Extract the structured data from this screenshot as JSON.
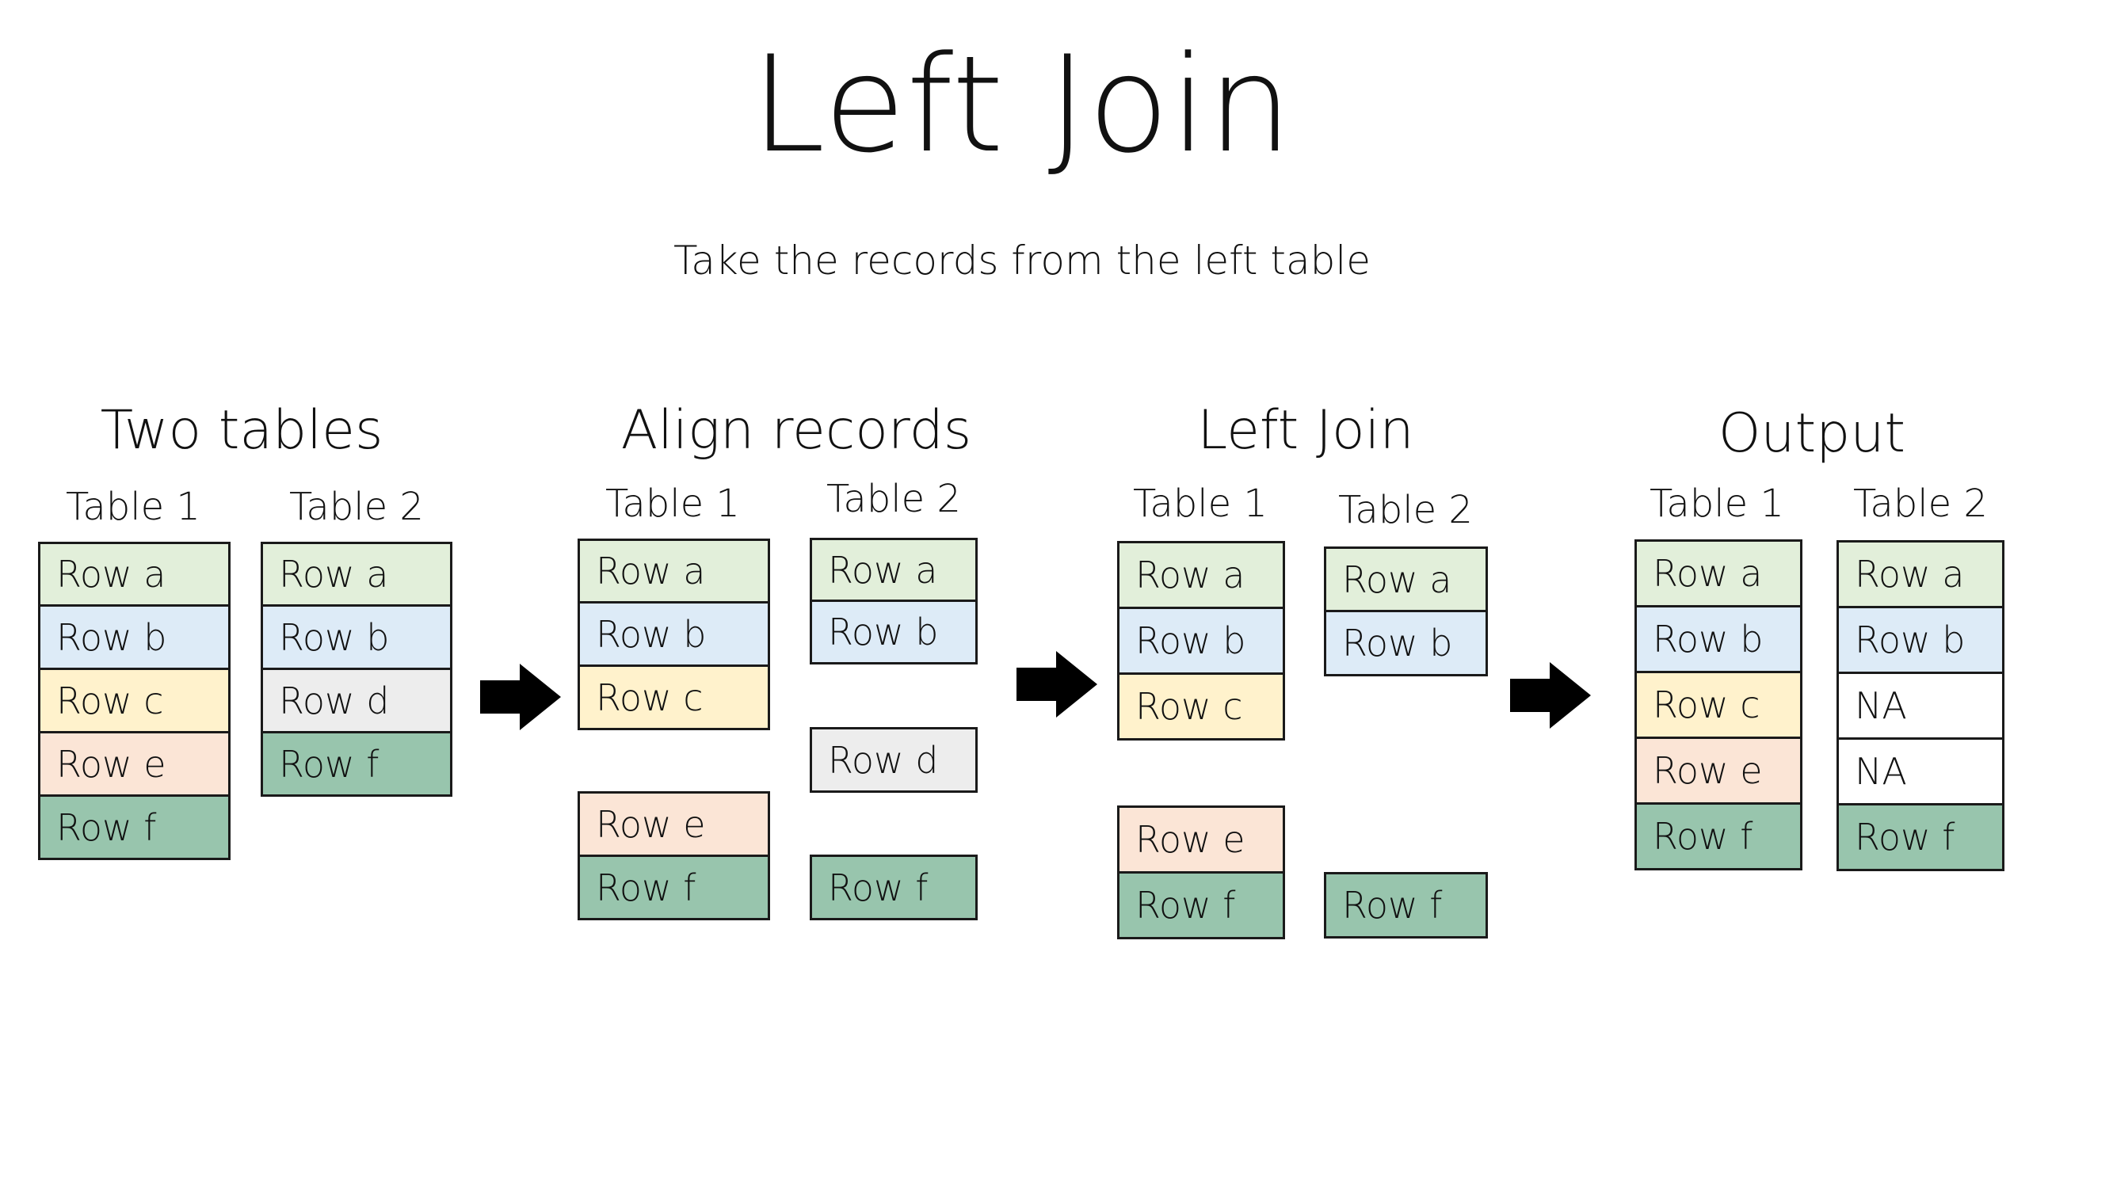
{
  "title": "Left Join",
  "subtitle": "Take the records from the left table",
  "colors": {
    "row_a": "#e2efda",
    "row_b": "#ddebf7",
    "row_c": "#fff2cc",
    "row_d": "#ededed",
    "row_e": "#fbe5d6",
    "row_f": "#98c5ad",
    "na": "#ffffff",
    "border": "#1a1a1a"
  },
  "panels": [
    {
      "title": "Two tables",
      "table1": {
        "label": "Table 1",
        "rows": [
          "Row a",
          "Row b",
          "Row c",
          "Row e",
          "Row f"
        ]
      },
      "table2": {
        "label": "Table 2",
        "rows": [
          "Row a",
          "Row b",
          "Row d",
          "Row f"
        ]
      }
    },
    {
      "title": "Align records",
      "table1": {
        "label": "Table 1",
        "rows": [
          "Row a",
          "Row b",
          "Row c",
          "Row e",
          "Row f"
        ]
      },
      "table2": {
        "label": "Table 2",
        "rows": [
          "Row a",
          "Row b",
          "Row d",
          "Row f"
        ]
      }
    },
    {
      "title": "Left Join",
      "table1": {
        "label": "Table 1",
        "rows": [
          "Row a",
          "Row b",
          "Row c",
          "Row e",
          "Row f"
        ]
      },
      "table2": {
        "label": "Table 2",
        "rows": [
          "Row a",
          "Row b",
          "Row f"
        ]
      }
    },
    {
      "title": "Output",
      "table1": {
        "label": "Table 1",
        "rows": [
          "Row a",
          "Row b",
          "Row c",
          "Row e",
          "Row f"
        ]
      },
      "table2": {
        "label": "Table 2",
        "rows": [
          "Row a",
          "Row b",
          "NA",
          "NA",
          "Row f"
        ]
      }
    }
  ],
  "arrows": [
    "right-arrow",
    "right-arrow",
    "right-arrow"
  ]
}
